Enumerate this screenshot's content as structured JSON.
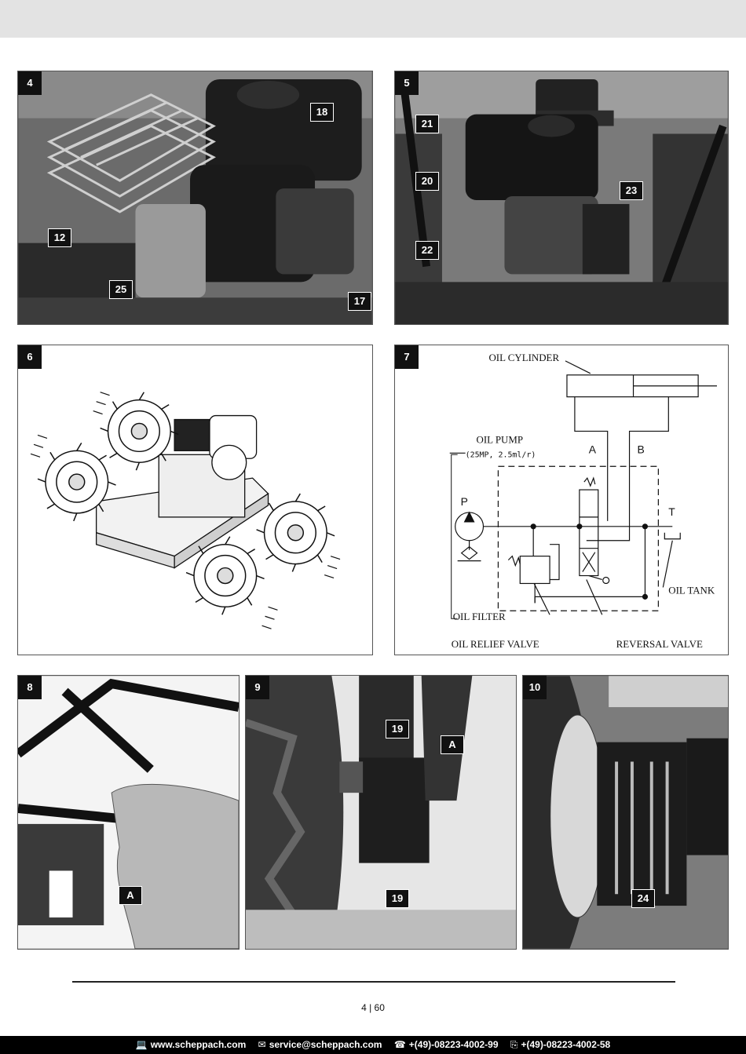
{
  "panels": {
    "p4": {
      "number": "4",
      "callouts": [
        "18",
        "12",
        "25",
        "17"
      ]
    },
    "p5": {
      "number": "5",
      "callouts": [
        "21",
        "20",
        "23",
        "22"
      ]
    },
    "p6": {
      "number": "6"
    },
    "p7": {
      "number": "7",
      "labels": {
        "oil_cylinder": "OIL CYLINDER",
        "oil_pump": "OIL PUMP",
        "pump_spec": "(25MP, 2.5ml/r)",
        "port_a": "A",
        "port_b": "B",
        "port_p": "P",
        "port_t": "T",
        "oil_tank": "OIL TANK",
        "oil_filter": "OIL FILTER",
        "oil_relief_valve": "OIL RELIEF VALVE",
        "reversal_valve": "REVERSAL VALVE"
      }
    },
    "p8": {
      "number": "8",
      "callouts": [
        "A"
      ]
    },
    "p9": {
      "number": "9",
      "callouts": [
        "19",
        "A",
        "19"
      ]
    },
    "p10": {
      "number": "10",
      "callouts": [
        "24"
      ]
    }
  },
  "page_number": "4 | 60",
  "footer": {
    "website": "www.scheppach.com",
    "email": "service@scheppach.com",
    "phone": "+(49)-08223-4002-99",
    "fax": "+(49)-08223-4002-58",
    "icons": [
      "monitor-icon",
      "mail-icon",
      "phone-icon",
      "fax-icon"
    ]
  }
}
